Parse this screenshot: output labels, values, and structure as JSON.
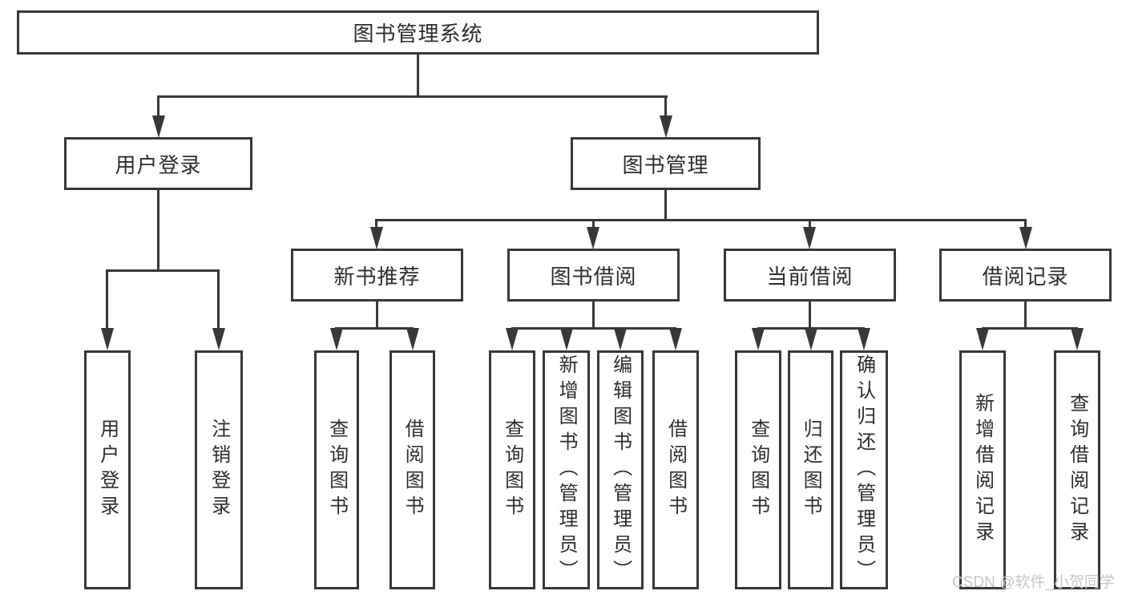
{
  "diagram_type": "hierarchy-tree",
  "colors": {
    "line": "#383838",
    "box_border": "#383838",
    "text": "#2d2d2d",
    "watermark": "#c6c6c6",
    "background": "#ffffff"
  },
  "watermark": "CSDN @软件_小贺同学",
  "tree": {
    "root": "图书管理系统",
    "children": [
      {
        "label": "用户登录",
        "children": [
          "用户登录",
          "注销登录"
        ]
      },
      {
        "label": "图书管理",
        "children": [
          {
            "label": "新书推荐",
            "children": [
              "查询图书",
              "借阅图书"
            ]
          },
          {
            "label": "图书借阅",
            "children": [
              "查询图书",
              "新增图书（管理员）",
              "编辑图书（管理员）",
              "借阅图书"
            ]
          },
          {
            "label": "当前借阅",
            "children": [
              "查询图书",
              "归还图书",
              "确认归还（管理员）"
            ]
          },
          {
            "label": "借阅记录",
            "children": [
              "新增借阅记录",
              "查询借阅记录"
            ]
          }
        ]
      }
    ]
  }
}
